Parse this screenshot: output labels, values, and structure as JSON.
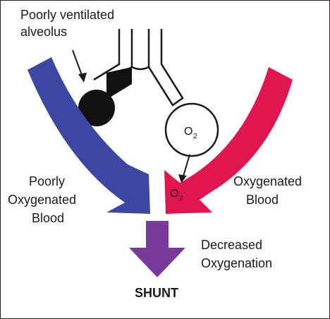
{
  "labels": {
    "poorly_ventilated_line1": "Poorly ventilated",
    "poorly_ventilated_line2": "alveolus",
    "left_line1": "Poorly",
    "left_line2": "Oxygenated",
    "left_line3": "Blood",
    "right_line1": "Oxygenated",
    "right_line2": "Blood",
    "decreased_line1": "Decreased",
    "decreased_line2": "Oxygenation",
    "shunt": "SHUNT",
    "o2_top": "O",
    "o2_top_sub": "2",
    "o2_bottom": "O",
    "o2_bottom_sub": "2"
  },
  "colors": {
    "deoxygenated_blood": "#3b47a0",
    "oxygenated_blood": "#e0174f",
    "mixed_blood": "#7a3a9c",
    "outline": "#1a1a1a",
    "background": "#ffffff"
  }
}
